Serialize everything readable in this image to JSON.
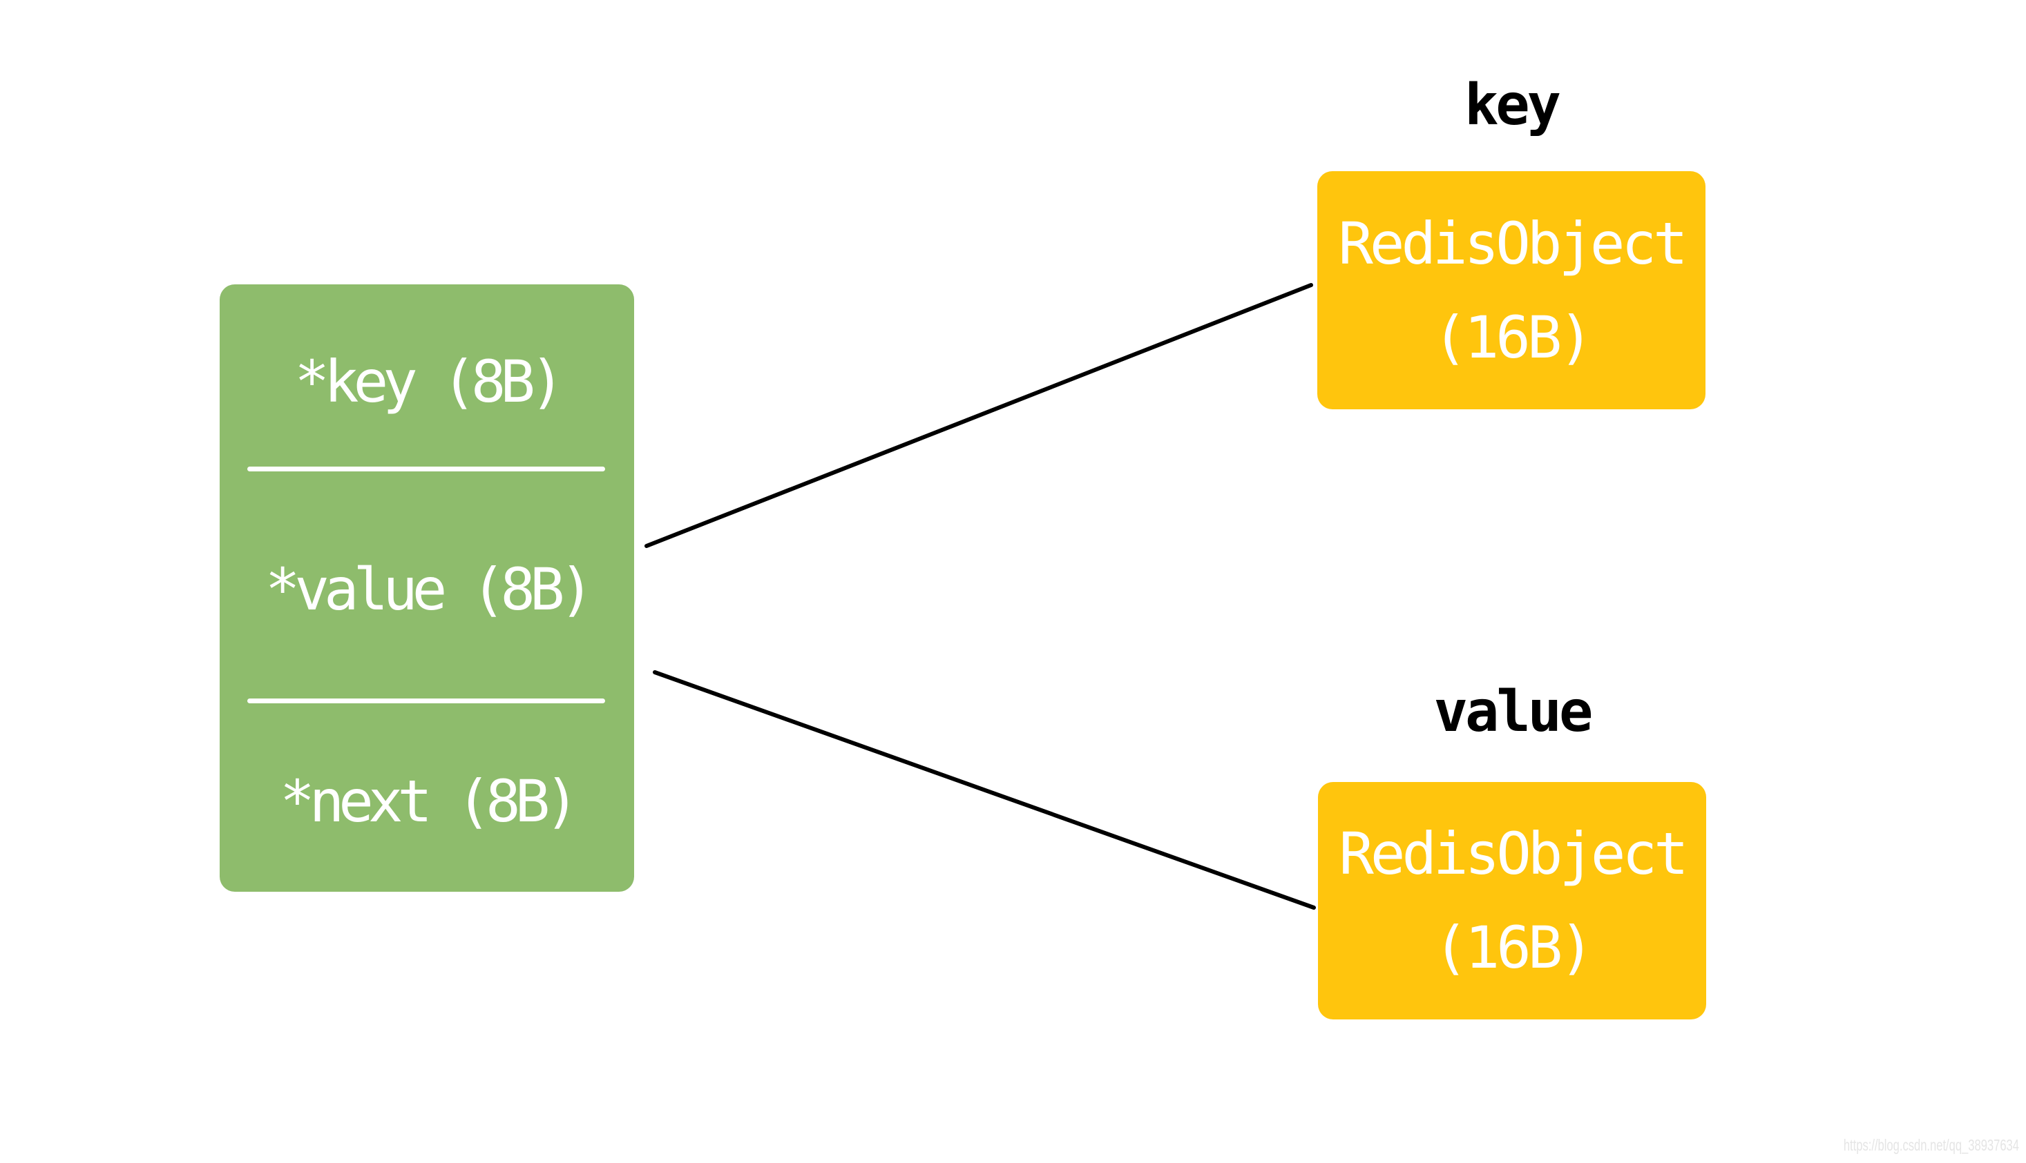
{
  "background_color": "#ffffff",
  "entry_node": {
    "fill": "#8EBC6C",
    "text_color": "#ffffff",
    "fields": [
      {
        "label": "*key (8B)"
      },
      {
        "label": "*value (8B)"
      },
      {
        "label": "*next (8B)"
      }
    ]
  },
  "key_node": {
    "title": "key",
    "fill": "#FFC50D",
    "text_color": "#ffffff",
    "lines": [
      "RedisObject",
      "(16B)"
    ]
  },
  "value_node": {
    "title": "value",
    "fill": "#FFC50D",
    "text_color": "#ffffff",
    "lines": [
      "RedisObject",
      "(16B)"
    ]
  },
  "connections": [
    {
      "from": "entry-node",
      "to": "key-object-node"
    },
    {
      "from": "entry-node",
      "to": "value-object-node"
    }
  ],
  "line_color": "#000000",
  "watermark": {
    "text": "https://blog.csdn.net/qq_38937634",
    "color": "#E5E5E5"
  }
}
